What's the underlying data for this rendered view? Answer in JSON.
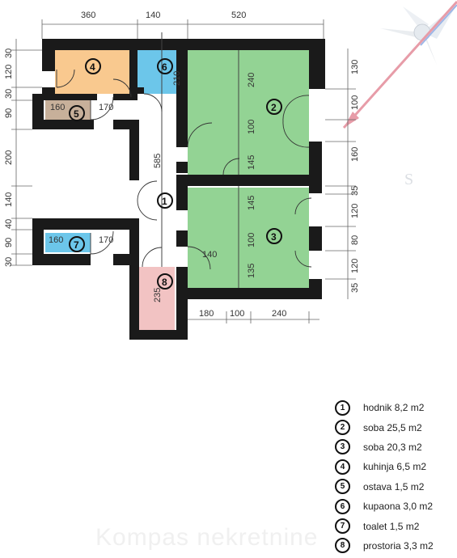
{
  "plan": {
    "top_dims": [
      "360",
      "140",
      "520"
    ],
    "left_dims": [
      "30",
      "120",
      "30",
      "90",
      "200",
      "140",
      "40",
      "90",
      "30"
    ],
    "right_dims": [
      "130",
      "100",
      "160",
      "35",
      "120",
      "80",
      "120",
      "35"
    ],
    "bottom_dims": [
      "180",
      "100",
      "240"
    ],
    "inner_dims": {
      "d160a": "160",
      "d170a": "170",
      "d160b": "160",
      "d170b": "170",
      "d210": "210",
      "d585": "585",
      "d235": "235",
      "d140": "140",
      "r2_240": "240",
      "r2_100": "100",
      "r2_145": "145",
      "r3_145": "145",
      "r3_100": "100",
      "r3_135": "135"
    },
    "room_numbers": [
      "1",
      "2",
      "3",
      "4",
      "5",
      "6",
      "7",
      "8"
    ],
    "compass_letter": "S",
    "colors": {
      "wall": "#1a1a1a",
      "kitchen": "#f9c98f",
      "storage": "#c7b09a",
      "bath": "#6cc6ea",
      "room": "#93d394",
      "prostoria": "#f2c3c3"
    }
  },
  "legend": [
    {
      "num": "1",
      "text": "hodnik  8,2 m2"
    },
    {
      "num": "2",
      "text": "soba  25,5 m2"
    },
    {
      "num": "3",
      "text": "soba  20,3 m2"
    },
    {
      "num": "4",
      "text": "kuhinja  6,5 m2"
    },
    {
      "num": "5",
      "text": "ostava  1,5 m2"
    },
    {
      "num": "6",
      "text": "kupaona  3,0 m2"
    },
    {
      "num": "7",
      "text": "toalet  1,5 m2"
    },
    {
      "num": "8",
      "text": "prostoria  3,3 m2"
    }
  ],
  "watermark": "Kompas nekretnine"
}
